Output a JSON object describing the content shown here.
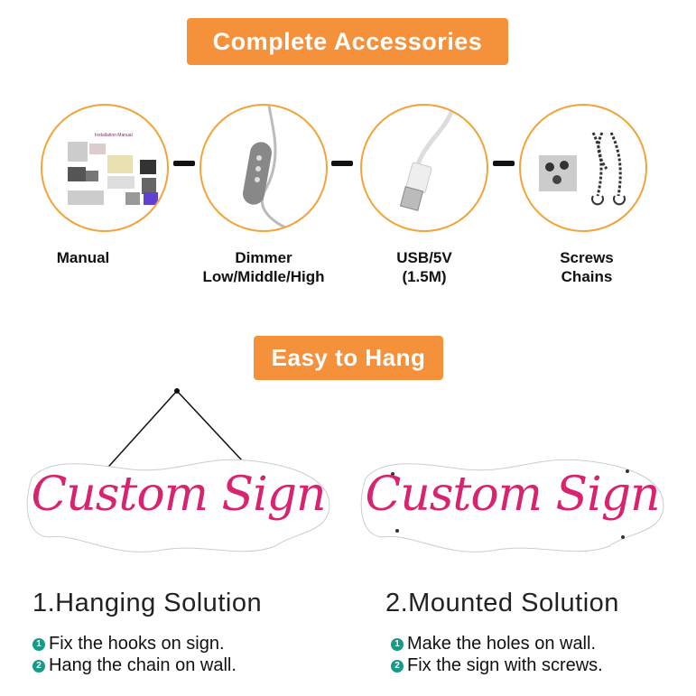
{
  "header1": "Complete Accessories",
  "header2": "Easy to Hang",
  "accessories": [
    {
      "label": "Manual",
      "image_text": "Installation Manual"
    },
    {
      "label": "Dimmer\nLow/Middle/High"
    },
    {
      "label": "USB/5V\n(1.5M)"
    },
    {
      "label": "Screws\nChains"
    }
  ],
  "sign_text": "Custom Sign",
  "solutions": [
    {
      "title": "1.Hanging Solution",
      "steps": [
        {
          "num": "1",
          "text": "Fix the hooks on sign."
        },
        {
          "num": "2",
          "text": "Hang the chain on wall."
        }
      ]
    },
    {
      "title": "2.Mounted Solution",
      "steps": [
        {
          "num": "1",
          "text": "Make the holes on wall."
        },
        {
          "num": "2",
          "text": "Fix the sign with screws."
        }
      ]
    }
  ],
  "colors": {
    "accent": "#f5913a",
    "sign": "#d8246f",
    "step": "#179a86"
  }
}
